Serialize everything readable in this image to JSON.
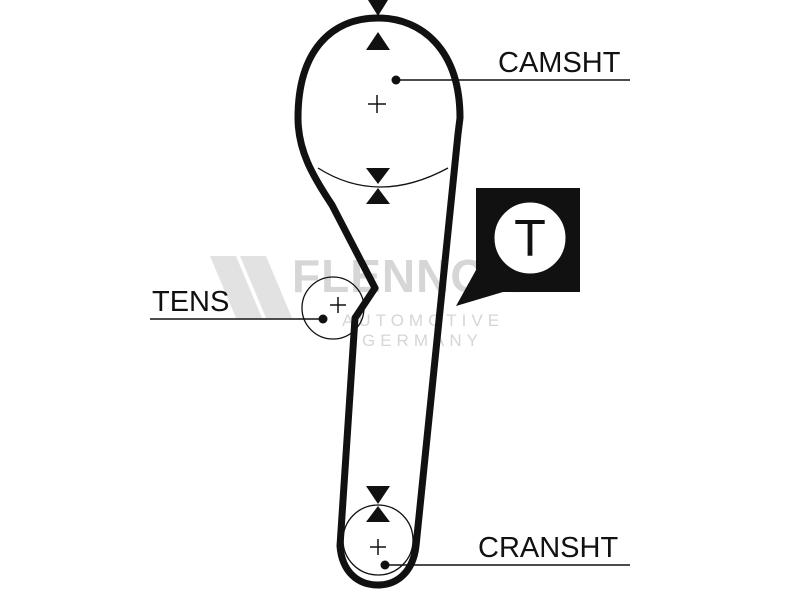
{
  "labels": {
    "camshaft": "CAMSHT",
    "tensioner": "TENS",
    "crankshaft": "CRANSHT"
  },
  "badge": {
    "letter": "T"
  },
  "watermark": {
    "brand": "FLENNOR",
    "registered": "®",
    "line1": "AUTOMOTIVE",
    "line2": "GERMANY"
  },
  "colors": {
    "ink": "#111111",
    "background": "#ffffff",
    "watermark": "#d6d6d6"
  }
}
